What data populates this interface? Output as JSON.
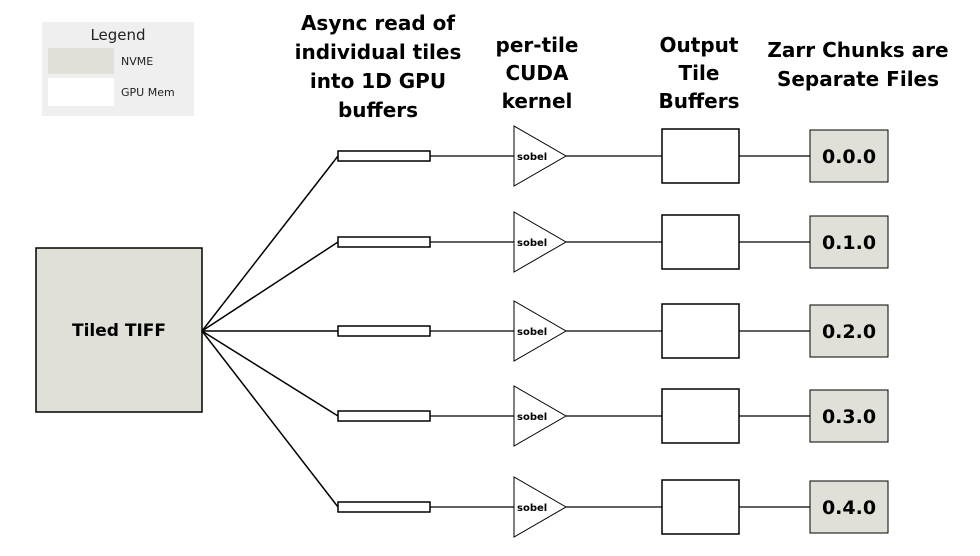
{
  "legend": {
    "title": "Legend",
    "items": [
      {
        "label": "NVME",
        "color": "#e0e0d8"
      },
      {
        "label": "GPU Mem",
        "color": "#ffffff"
      }
    ],
    "background": "#efefef"
  },
  "headers": {
    "read": [
      "Async read of",
      "individual tiles",
      "into 1D GPU",
      "buffers"
    ],
    "kernel": [
      "per-tile",
      "CUDA",
      "kernel"
    ],
    "output": [
      "Output",
      "Tile",
      "Buffers"
    ],
    "chunks": [
      "Zarr Chunks are",
      "Separate Files"
    ]
  },
  "source": {
    "label": "Tiled TIFF",
    "color": "#e0e0d8"
  },
  "kernel_label": "sobel",
  "chunks": [
    "0.0.0",
    "0.1.0",
    "0.2.0",
    "0.3.0",
    "0.4.0"
  ],
  "nvme_color": "#e0e0d8"
}
